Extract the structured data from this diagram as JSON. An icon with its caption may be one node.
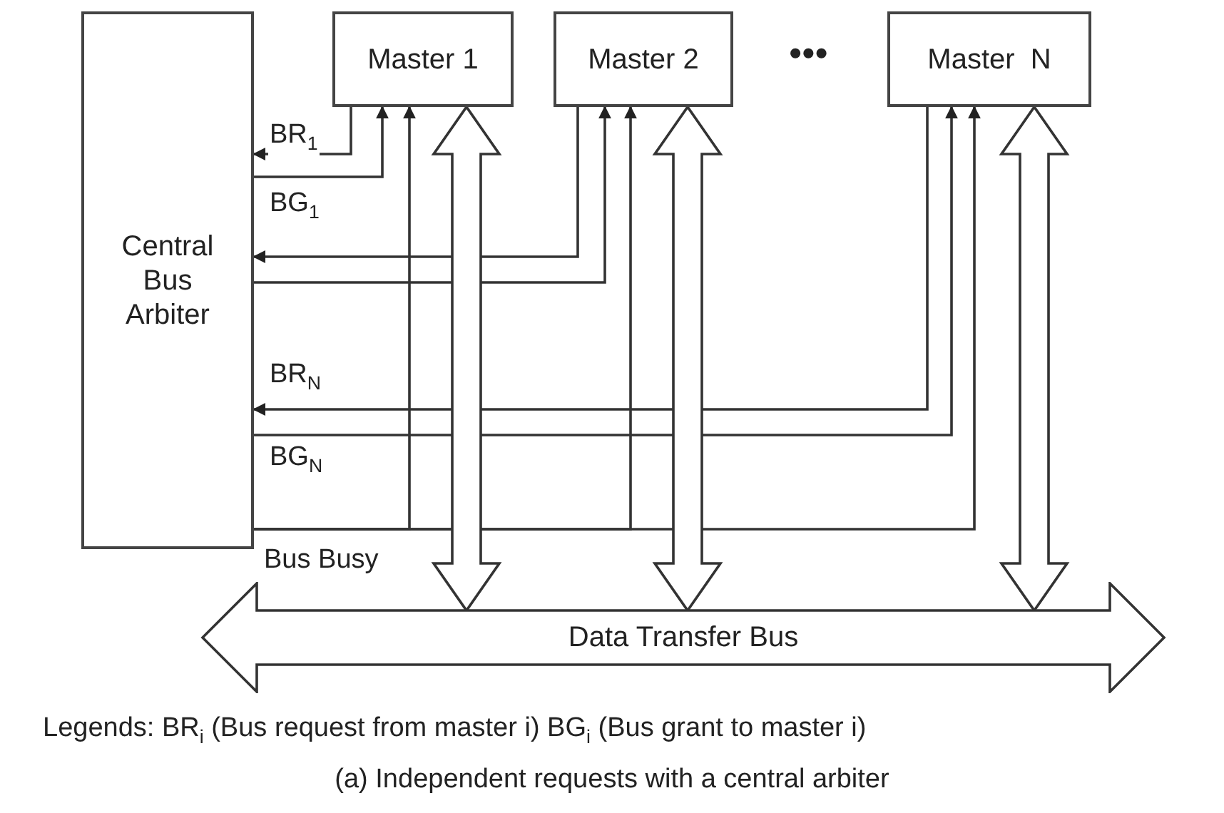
{
  "diagram": {
    "caption": "(a) Independent requests with a central arbiter",
    "nodes": [
      {
        "text": [
          "Central Bus Arbiter"
        ]
      },
      {
        "text": [
          "Master 1"
        ]
      },
      {
        "text": [
          "Master 2"
        ]
      },
      {
        "text": [
          "Master  N"
        ]
      },
      {
        "text": [
          "Data Transfer Bus"
        ]
      }
    ],
    "edges": [
      {
        "from": 1,
        "to": 0,
        "arrow": "to",
        "label": "BR$_{1}$"
      },
      {
        "from": 0,
        "to": 1,
        "arrow": "to",
        "label": "BG$_{1}$"
      },
      {
        "from": 2,
        "to": 0,
        "arrow": "to"
      },
      {
        "from": 0,
        "to": 2,
        "arrow": "to"
      },
      {
        "from": 3,
        "to": 0,
        "arrow": "to",
        "label": "BR$_{N}$"
      },
      {
        "from": 0,
        "to": 3,
        "arrow": "to",
        "label": "BG$_{N}$"
      },
      {
        "from": 0,
        "to": 1,
        "arrow": "to",
        "label": "Bus Busy"
      },
      {
        "from": 0,
        "to": 2,
        "arrow": "to"
      },
      {
        "from": 0,
        "to": 3,
        "arrow": "to"
      },
      {
        "from": 1,
        "to": 4,
        "arrow": "both",
        "style": "thick"
      },
      {
        "from": 2,
        "to": 4,
        "arrow": "both",
        "style": "thick"
      },
      {
        "from": 3,
        "to": 4,
        "arrow": "both",
        "style": "thick"
      }
    ],
    "labels": [
      "•••",
      "Legends: BR$_{i}$ (Bus request from master i) BG$_{i}$ (Bus grant to master i)"
    ]
  }
}
